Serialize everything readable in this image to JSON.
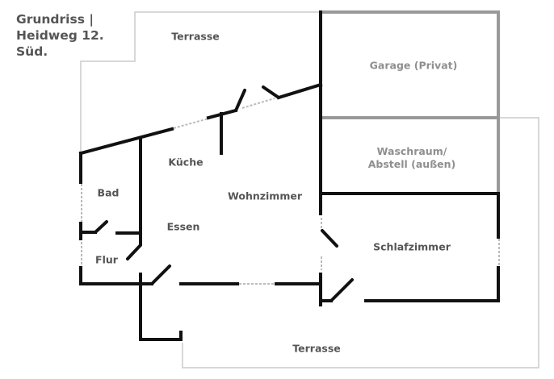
{
  "title": "Grundriss |\nHeidweg 12.\nSüd.",
  "rooms": {
    "terrasse_top": "Terrasse",
    "garage": "Garage (Privat)",
    "waschraum": "Waschraum/\nAbstell (außen)",
    "kueche": "Küche",
    "bad": "Bad",
    "wohnzimmer": "Wohnzimmer",
    "essen": "Essen",
    "schlafzimmer": "Schlafzimmer",
    "flur": "Flur",
    "terrasse_bottom": "Terrasse"
  },
  "colors": {
    "wall": "#111111",
    "outbuilding_wall": "#999999",
    "property_outline": "#cccccc",
    "label": "#555555",
    "label_light": "#8f8f8f"
  }
}
